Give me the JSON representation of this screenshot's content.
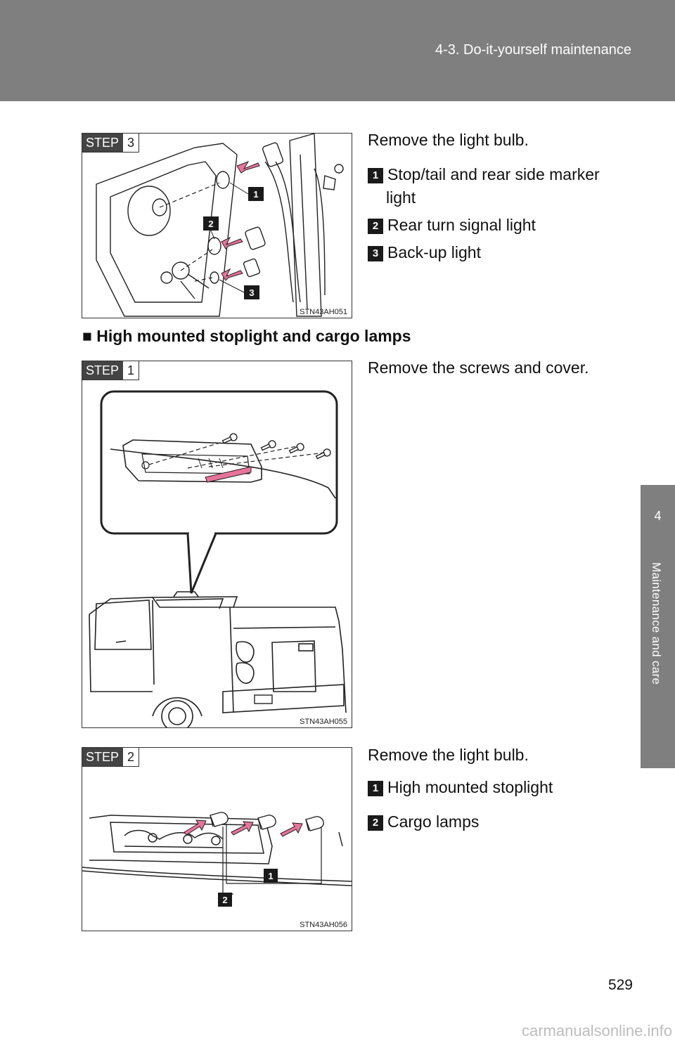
{
  "header": {
    "title": "4-3. Do-it-yourself maintenance"
  },
  "side_tab": {
    "number": "4",
    "label": "Maintenance and care"
  },
  "fig1": {
    "step_word": "STEP",
    "step_num": "3",
    "code": "STN43AH051",
    "callouts": [
      "1",
      "2",
      "3"
    ]
  },
  "block1": {
    "intro": "Remove the light bulb.",
    "items": [
      {
        "num": "1",
        "line1": "Stop/tail and rear side marker",
        "line2": "light"
      },
      {
        "num": "2",
        "line1": "Rear turn signal light"
      },
      {
        "num": "3",
        "line1": "Back-up light"
      }
    ]
  },
  "section": {
    "marker": "■",
    "title": "High mounted stoplight and cargo lamps"
  },
  "fig2": {
    "step_word": "STEP",
    "step_num": "1",
    "code": "STN43AH055"
  },
  "block2": {
    "intro": "Remove the screws and cover."
  },
  "fig3": {
    "step_word": "STEP",
    "step_num": "2",
    "code": "STN43AH056",
    "callouts": [
      "1",
      "2"
    ]
  },
  "block3": {
    "intro": "Remove the light bulb.",
    "items": [
      {
        "num": "1",
        "line1": "High mounted stoplight"
      },
      {
        "num": "2",
        "line1": "Cargo lamps"
      }
    ]
  },
  "page_number": "529",
  "watermark": "carmanualsonline.info",
  "colors": {
    "header_bg": "#7f7f7f",
    "badge_dark": "#444444",
    "arrow_pink": "#e8739a"
  }
}
